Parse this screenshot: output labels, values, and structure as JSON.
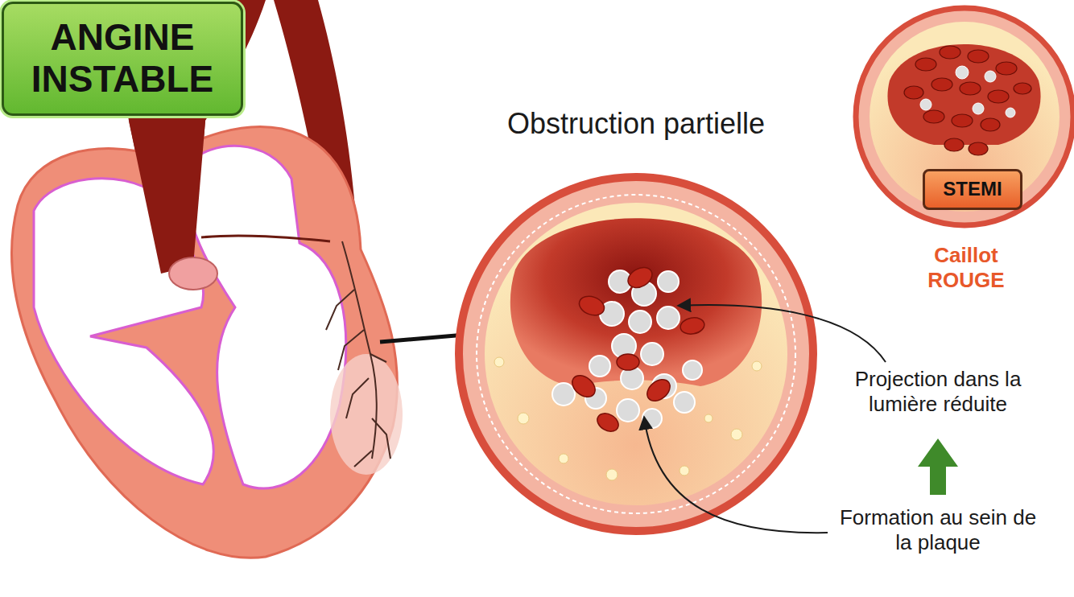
{
  "diagram": {
    "nodes": [
      {
        "text": [
          "ANGINE INSTABLE"
        ]
      },
      {
        "text": [
          "STEMI"
        ]
      }
    ],
    "labels": [
      "Obstruction partielle",
      "Caillot ROUGE",
      "Projection dans la lumière réduite",
      "Formation au sein de la plaque"
    ]
  }
}
